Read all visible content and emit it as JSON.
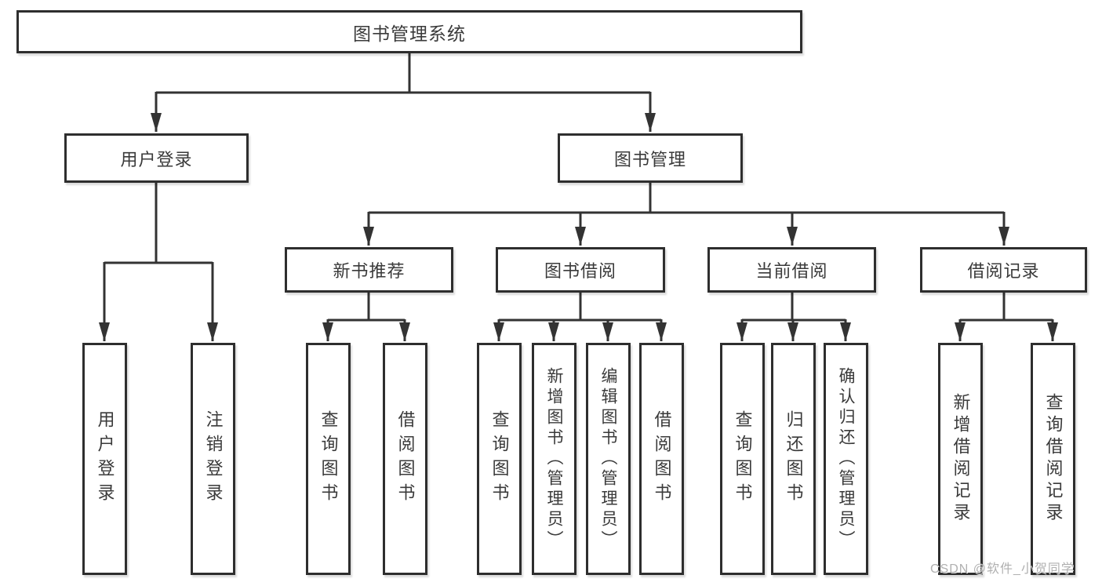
{
  "diagram": {
    "title": "图书管理系统",
    "watermark": "CSDN @软件_小贺同学",
    "colors": {
      "line": "#333333",
      "box_border": "#2e2e2e",
      "box_fill": "#ffffff",
      "text": "#3a3a3a",
      "watermark": "#b0b0b0"
    },
    "nodes": {
      "root": "图书管理系统",
      "level2": [
        {
          "label": "用户登录"
        },
        {
          "label": "图书管理"
        }
      ],
      "level3": [
        {
          "label": "新书推荐"
        },
        {
          "label": "图书借阅"
        },
        {
          "label": "当前借阅"
        },
        {
          "label": "借阅记录"
        }
      ],
      "leaves": {
        "user_login": [
          "用户登录",
          "注销登录"
        ],
        "new_book": [
          "查询图书",
          "借阅图书"
        ],
        "book_borrow": [
          "查询图书",
          "新增图书（管理员）",
          "编辑图书（管理员）",
          "借阅图书"
        ],
        "current_borrow": [
          "查询图书",
          "归还图书",
          "确认归还（管理员）"
        ],
        "borrow_record": [
          "新增借阅记录",
          "查询借阅记录"
        ]
      }
    }
  }
}
